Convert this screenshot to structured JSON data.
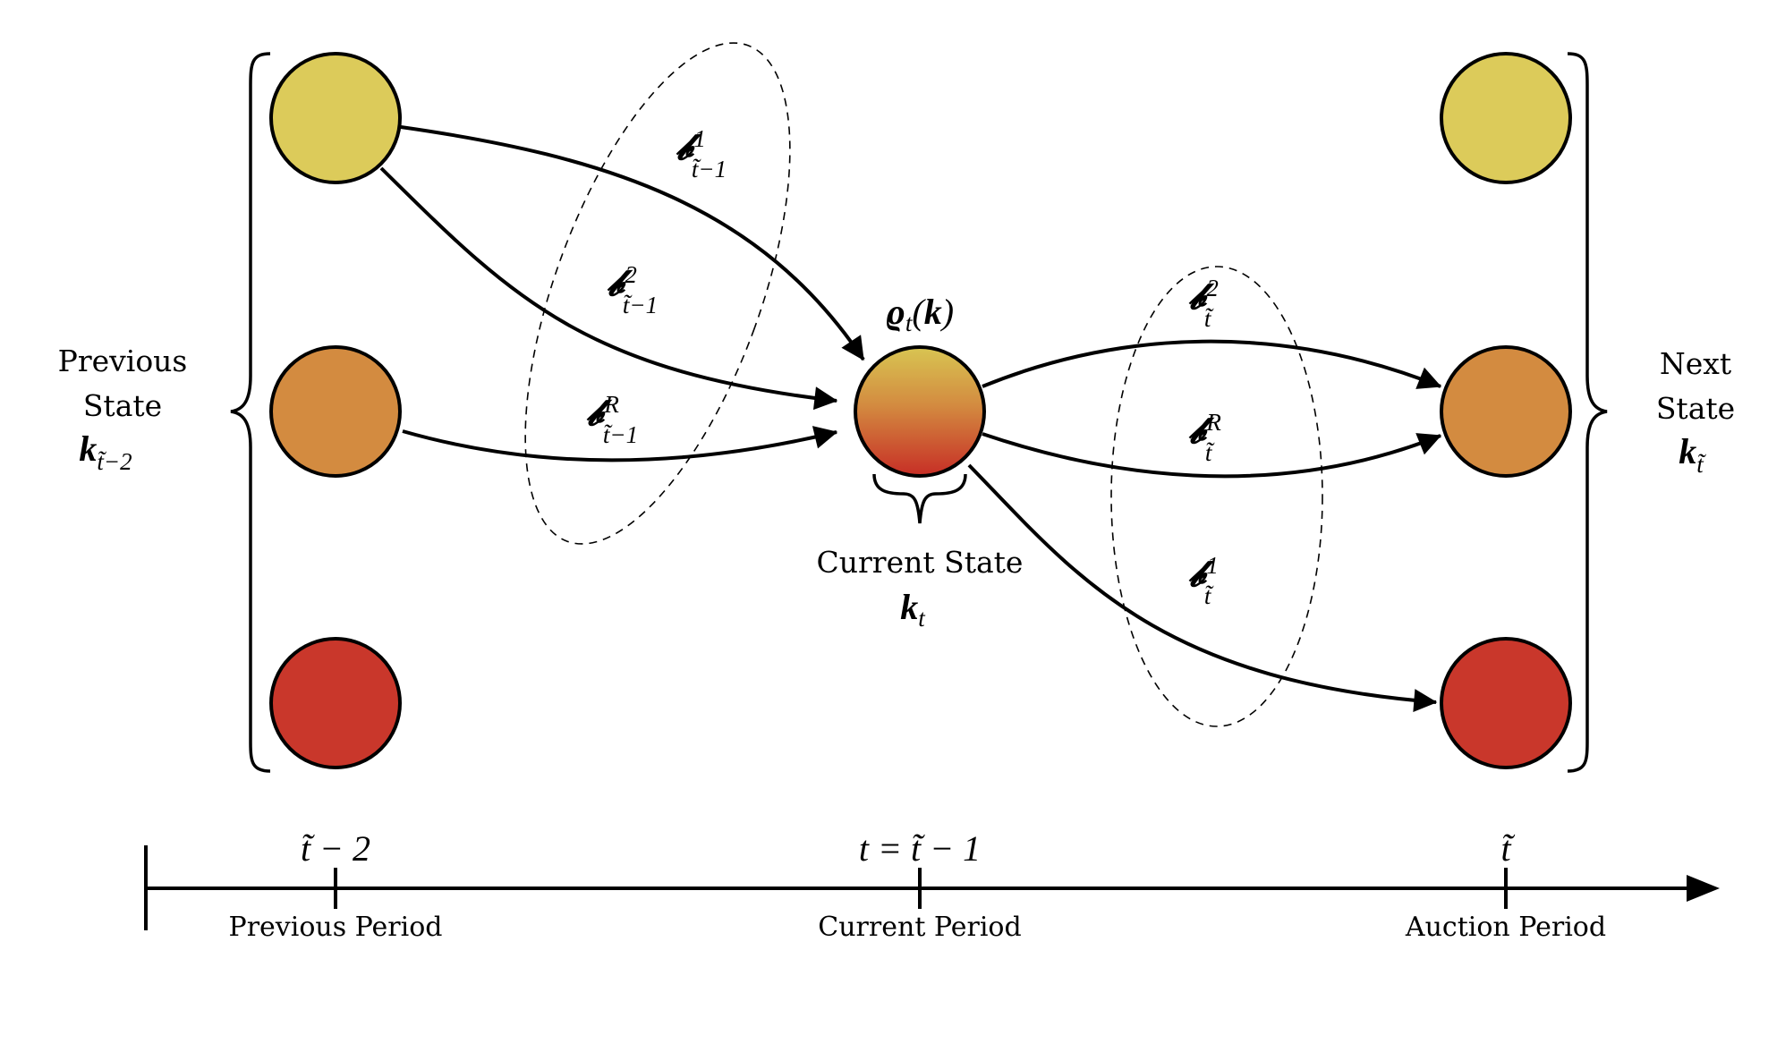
{
  "colors": {
    "yellow": "#DCCB5A",
    "orange": "#D38B40",
    "red": "#C9372B",
    "gradient_top": "#D8C552",
    "gradient_bottom": "#C72E26"
  },
  "left_state": {
    "line1": "Previous",
    "line2": "State",
    "symbol": "k",
    "subscript": "t̃−2"
  },
  "right_state": {
    "line1": "Next",
    "line2": "State",
    "symbol": "k",
    "subscript": "t̃"
  },
  "center_node": {
    "label_symbol": "ϱ",
    "label_sub": "t",
    "label_arg_open": "(",
    "label_arg": "k",
    "label_arg_close": ")",
    "caption": "Current State",
    "caption_symbol": "k",
    "caption_sub": "t"
  },
  "edges_in": [
    {
      "symbol": "𝓫",
      "sup": "1",
      "sub": "t̃−1"
    },
    {
      "symbol": "𝓫",
      "sup": "2",
      "sub": "t̃−1"
    },
    {
      "symbol": "𝓫",
      "sup": "R",
      "sub": "t̃−1"
    }
  ],
  "edges_out": [
    {
      "symbol": "𝓫",
      "sup": "2",
      "sub": "t̃"
    },
    {
      "symbol": "𝓫",
      "sup": "R",
      "sub": "t̃"
    },
    {
      "symbol": "𝓫",
      "sup": "1",
      "sub": "t̃"
    }
  ],
  "timeline": {
    "ticks": [
      {
        "top": "t̃ − 2",
        "bottom": "Previous Period"
      },
      {
        "top": "t = t̃ − 1",
        "bottom": "Current Period"
      },
      {
        "top": "t̃",
        "bottom": "Auction Period"
      }
    ]
  }
}
